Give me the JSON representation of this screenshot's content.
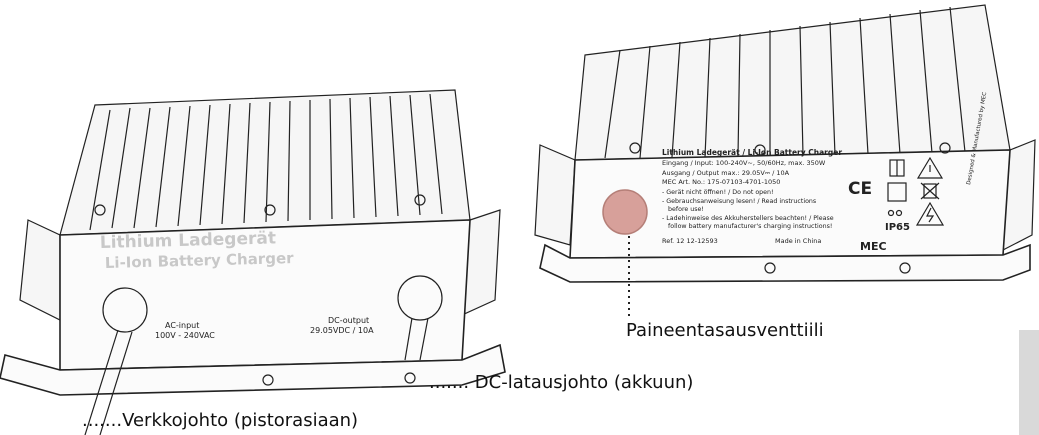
{
  "left_device": {
    "title_line1": "Lithium Ladegerät",
    "title_line2": "Li-Ion Battery Charger",
    "ac_label": "AC-input",
    "ac_value": "100V - 240VAC",
    "dc_label": "DC-output",
    "dc_value": "29.05VDC / 10A"
  },
  "right_device": {
    "label_title": "Lithium Ladegerät / Li-Ion Battery Charger",
    "input_line": "Eingang / Input: 100-240V~, 50/60Hz, max. 350W",
    "output_line": "Ausgang / Output max.: 29.05V⎓ / 10A",
    "art_line": "MEC Art. No.: 175-07103-4701-1050",
    "warn1": "- Gerät nicht öffnen! / Do not open!",
    "warn2": "- Gebrauchsanweisung lesen! / Read instructions",
    "warn2b": "before use!",
    "warn3": "- Ladehinweise des Akkuherstellers beachten! / Please",
    "warn3b": "follow battery manufacturer's charging instructions!",
    "ref": "Ref. 12 12-12593",
    "made_in": "Made in China",
    "ce_mark": "CE",
    "ip_rating": "IP65",
    "brand": "MEC",
    "designer_note": "Designed & Manufactured by MEC"
  },
  "callouts": {
    "vent": "Paineentasausventtiili",
    "dc_cable": "DC-latausjohto (akkuun)",
    "mains_cable": "Verkkojohto (pistorasiaan)"
  },
  "side_tab": {
    "color": "#d9d9d9"
  }
}
